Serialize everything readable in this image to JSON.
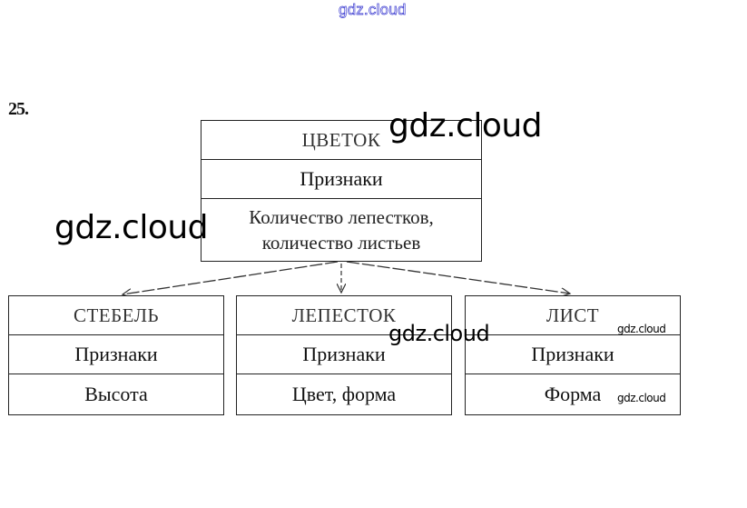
{
  "watermarks": {
    "top": "gdz.cloud",
    "flower_right": "gdz.cloud",
    "left": "gdz.cloud",
    "petal": "gdz.cloud",
    "leaf_title": "gdz.cloud",
    "leaf_bottom": "gdz.cloud"
  },
  "task_number": "25.",
  "root": {
    "title": "ЦВЕТОК",
    "features_label": "Признаки",
    "features_line1": "Количество лепестков,",
    "features_line2": "количество листьев"
  },
  "children": [
    {
      "title": "СТЕБЕЛЬ",
      "features_label": "Признаки",
      "features": "Высота"
    },
    {
      "title": "ЛЕПЕСТОК",
      "features_label": "Признаки",
      "features": "Цвет, форма"
    },
    {
      "title": "ЛИСТ",
      "features_label": "Признаки",
      "features": "Форма"
    }
  ],
  "colors": {
    "watermark_outline": "#3a3ad0",
    "lines": "#222222"
  }
}
